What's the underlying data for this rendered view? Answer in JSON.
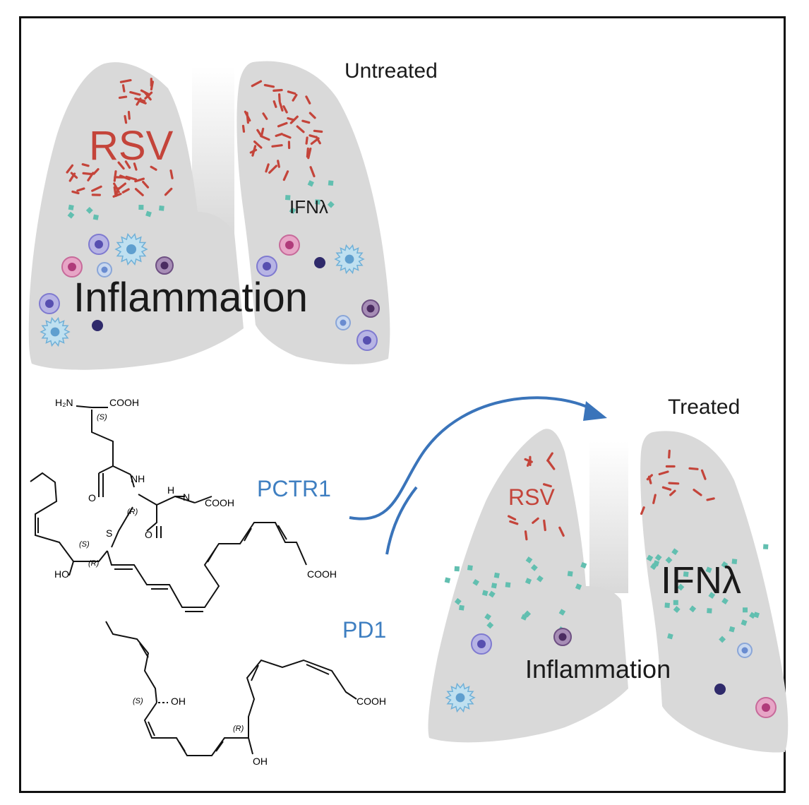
{
  "labels": {
    "untreated": "Untreated",
    "treated": "Treated",
    "rsv_untreated": "RSV",
    "rsv_treated": "RSV",
    "ifn_untreated": "IFNλ",
    "ifn_treated": "IFNλ",
    "inflammation_untreated": "Inflammation",
    "inflammation_treated": "Inflammation",
    "pctr1": "PCTR1",
    "pd1": "PD1"
  },
  "chemistry": {
    "h2n": "H₂N",
    "cooh_top": "COOH",
    "s_top": "(S)",
    "nh": "NH",
    "o_amide1": "O",
    "r_cys": "(R)",
    "n_gly": "N",
    "h_gly": "H",
    "cooh_gly": "COOH",
    "o_amide2": "O",
    "s_atom": "S",
    "s_stereo": "(S)",
    "r_stereo": "(R)",
    "ho": "HO",
    "cooh_chain": "COOH",
    "pd1_s": "(S)",
    "pd1_oh1": "OH",
    "pd1_cooh": "COOH",
    "pd1_r": "(R)",
    "pd1_oh2": "OH"
  },
  "colors": {
    "lung": "#d9d9d9",
    "virus": "#c4443a",
    "interferon": "#62bfb0",
    "label_blue": "#3f7fc1",
    "arrow": "#3a74ba",
    "text_dark": "#1a1a1a"
  }
}
